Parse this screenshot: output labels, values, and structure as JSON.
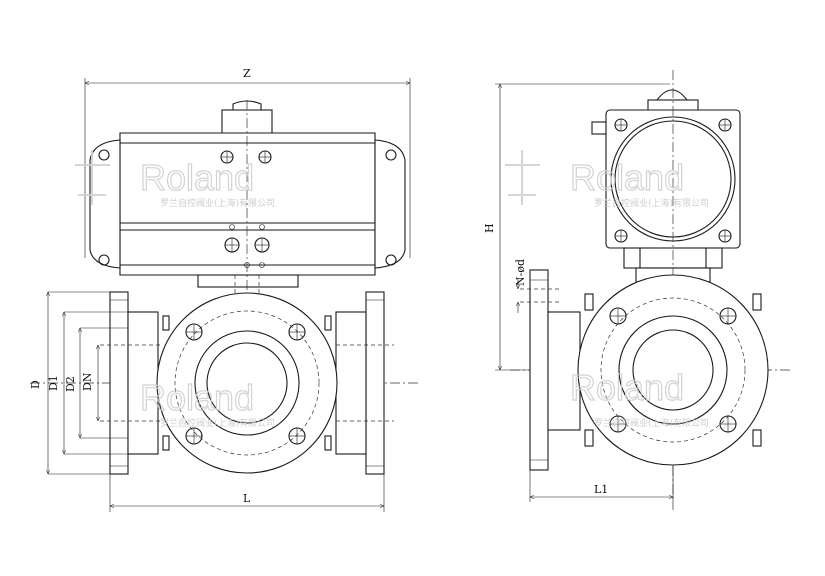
{
  "drawing": {
    "labels": {
      "z": "Z",
      "h": "H",
      "d": "D",
      "d1": "D1",
      "d2": "D2",
      "dn": "DN",
      "l": "L",
      "l1": "L1",
      "nd": "N-ød"
    },
    "watermark": {
      "brand": "Roland",
      "company": "罗兰自控阀业(上海)有限公司"
    }
  }
}
